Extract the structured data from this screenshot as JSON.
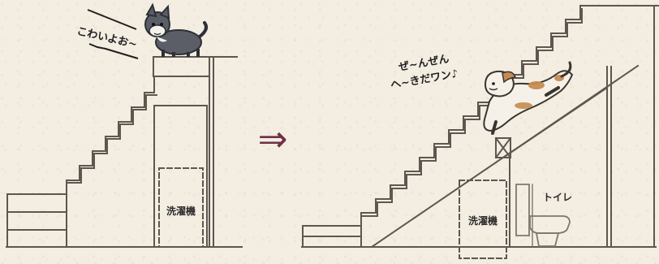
{
  "before": {
    "dog_speech": "こわいよお~",
    "washer_label": "洗濯機"
  },
  "arrow": {
    "symbol": "⇒"
  },
  "after": {
    "dog_speech_line1": "ぜ~んぜん",
    "dog_speech_line2": "へ~きだワン♪",
    "washer_label": "洗濯機",
    "toilet_label": "トイレ"
  },
  "colors": {
    "background": "#f3ede2",
    "line": "#5d5750",
    "arrow": "#6f2f45",
    "dark_dog": "#5b5e67",
    "light_dog_patch": "#c78b52"
  }
}
